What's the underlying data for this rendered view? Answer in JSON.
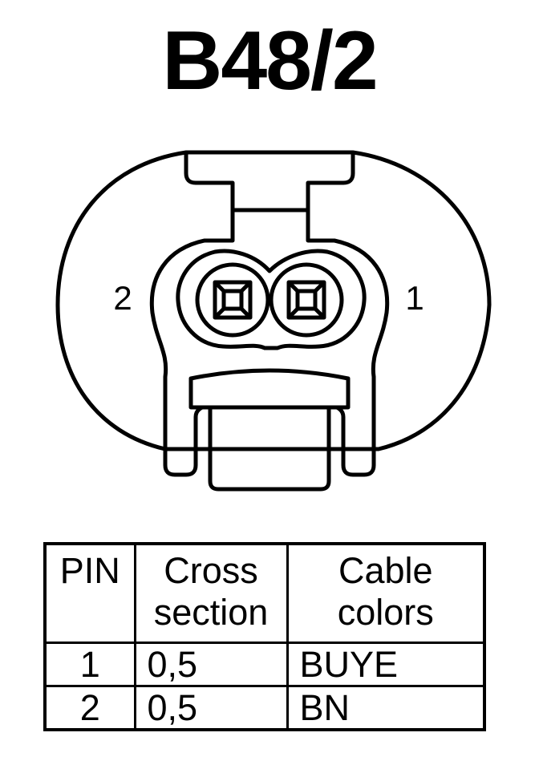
{
  "connector": {
    "title": "B48/2",
    "pin_labels": {
      "left": "2",
      "right": "1"
    }
  },
  "pin_table": {
    "headers": {
      "pin": [
        "PIN"
      ],
      "cross_section": [
        "Cross",
        "section"
      ],
      "cable_colors": [
        "Cable",
        "colors"
      ]
    },
    "rows": [
      {
        "pin": "1",
        "cross_section": "0,5",
        "cable_color": "BUYE"
      },
      {
        "pin": "2",
        "cross_section": "0,5",
        "cable_color": "BN"
      }
    ]
  }
}
